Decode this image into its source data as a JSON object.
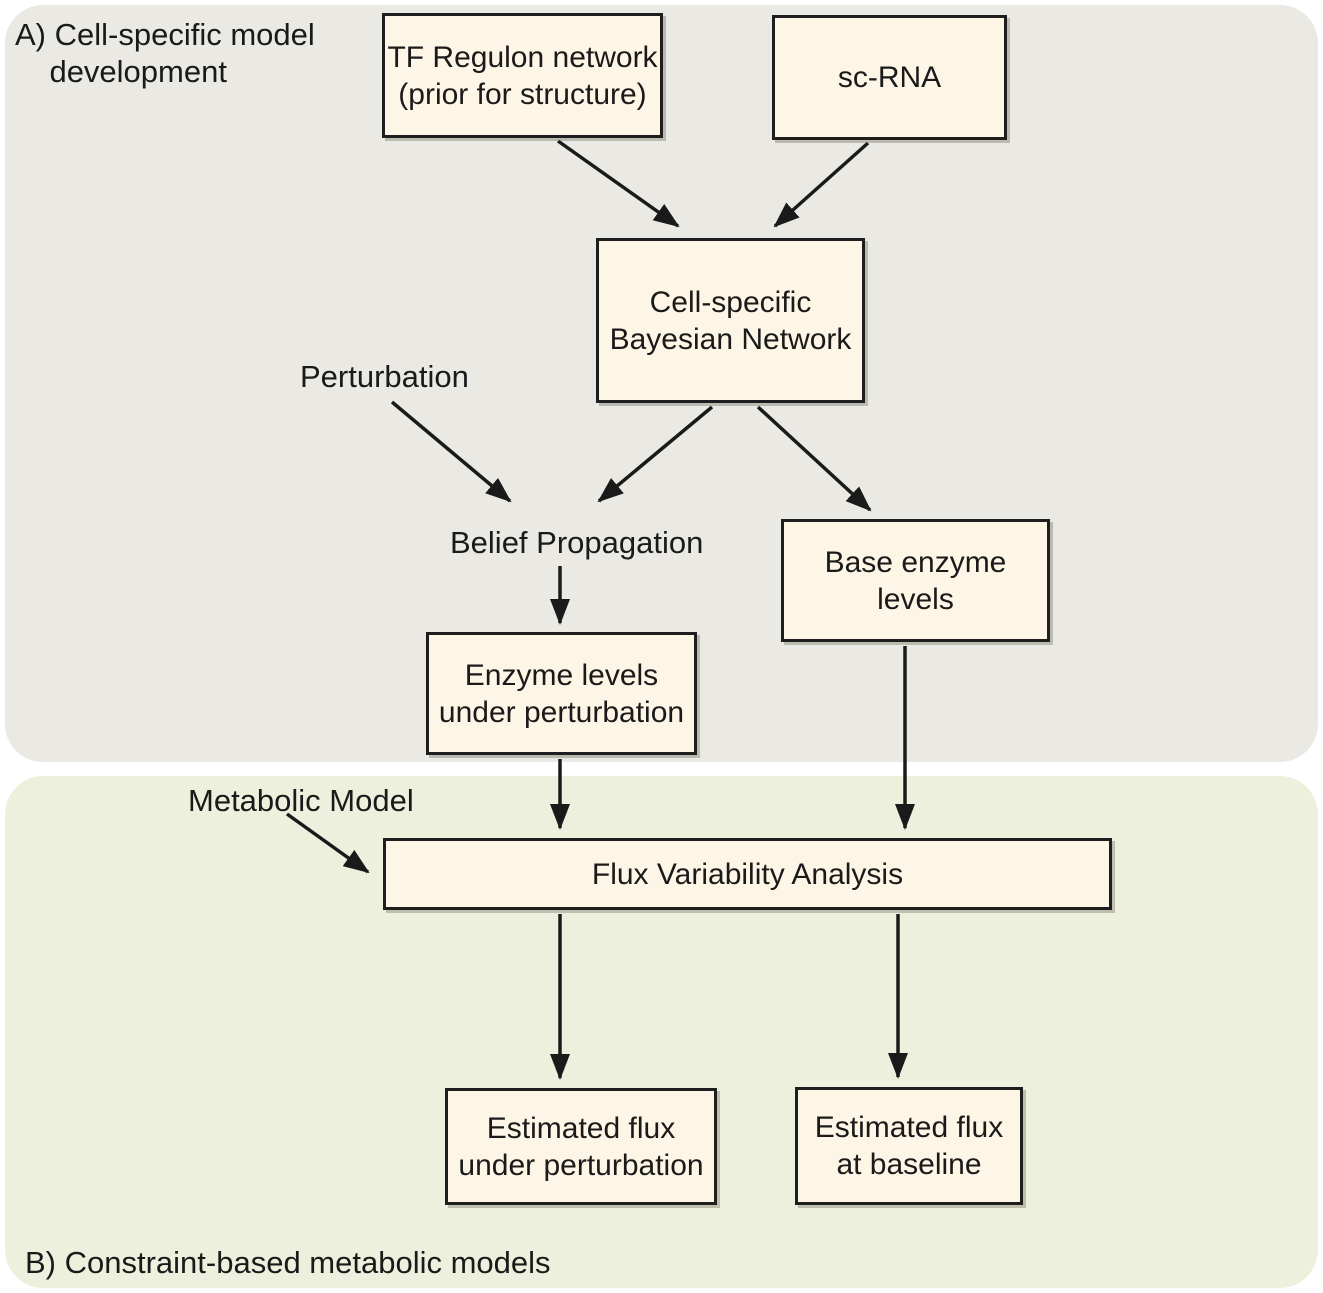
{
  "colors": {
    "canvas_bg": "#ffffff",
    "panel_a_bg": "#eae9e4",
    "panel_b_bg": "#eef0de",
    "box_fill": "#fdf5e5",
    "box_border": "#1e1e1e",
    "arrow": "#1a1a1a",
    "text": "#1a1a1a"
  },
  "sections": {
    "a": {
      "label": "A) Cell-specific model\n    development"
    },
    "b": {
      "label": "B) Constraint-based metabolic models"
    }
  },
  "nodes": {
    "tf_regulon": "TF Regulon network\n(prior for structure)",
    "sc_rna": "sc-RNA",
    "bayesian_network": "Cell-specific\nBayesian Network",
    "base_enzyme_levels": "Base enzyme\nlevels",
    "enzyme_levels_under_perturbation": "Enzyme levels\nunder perturbation",
    "flux_variability_analysis": "Flux Variability Analysis",
    "estimated_flux_under_perturbation": "Estimated flux\nunder perturbation",
    "estimated_flux_at_baseline": "Estimated flux\nat baseline"
  },
  "labels": {
    "perturbation": "Perturbation",
    "belief_propagation": "Belief Propagation",
    "metabolic_model": "Metabolic Model"
  },
  "edges": [
    {
      "from": "tf_regulon",
      "to": "bayesian_network"
    },
    {
      "from": "sc_rna",
      "to": "bayesian_network"
    },
    {
      "from": "perturbation",
      "to": "belief_propagation"
    },
    {
      "from": "bayesian_network",
      "to": "belief_propagation"
    },
    {
      "from": "bayesian_network",
      "to": "base_enzyme_levels"
    },
    {
      "from": "belief_propagation",
      "to": "enzyme_levels_under_perturbation"
    },
    {
      "from": "enzyme_levels_under_perturbation",
      "to": "flux_variability_analysis"
    },
    {
      "from": "base_enzyme_levels",
      "to": "flux_variability_analysis"
    },
    {
      "from": "metabolic_model",
      "to": "flux_variability_analysis"
    },
    {
      "from": "flux_variability_analysis",
      "to": "estimated_flux_under_perturbation"
    },
    {
      "from": "flux_variability_analysis",
      "to": "estimated_flux_at_baseline"
    }
  ]
}
